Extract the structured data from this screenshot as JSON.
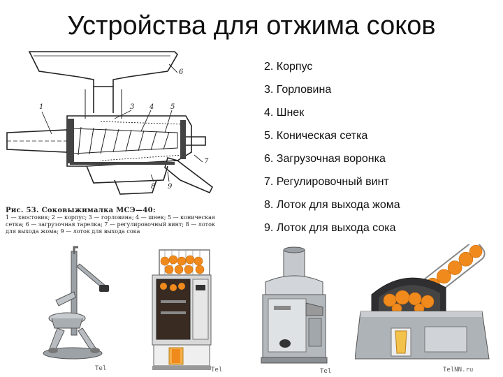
{
  "title": "Устройства для отжима соков",
  "parts_list": [
    "2. Корпус",
    "3. Горловина",
    "4. Шнек",
    "5. Коническая сетка",
    "6. Загрузочная воронка",
    "7. Регулировочный винт",
    "8. Лоток для выхода жома",
    "9. Лоток для выхода сока"
  ],
  "diagram": {
    "callouts": [
      "1",
      "3",
      "4",
      "5",
      "6",
      "7",
      "8",
      "9"
    ],
    "caption_title": "Рис. 53. Соковыжималка МСЭ—40:",
    "caption_lines": [
      "1 — хвостовик; 2 — корпус; 3 — горловина; 4 — шнек; 5 — коническая",
      "сетка; 6 — загрузочная тарелка; 7 — регулировочный винт; 8 — лоток",
      "для выхода жома; 9 — лоток для выхода сока"
    ]
  },
  "photos": [
    {
      "name": "manual-lever-juicer",
      "watermark": "Tel"
    },
    {
      "name": "automatic-orange-juicer-cabinet",
      "watermark": "Tel"
    },
    {
      "name": "centrifugal-juicer",
      "watermark": "Tel"
    },
    {
      "name": "commercial-orange-squeezer",
      "watermark": "TelNN.ru"
    }
  ],
  "colors": {
    "orange": "#f08a1c",
    "steel": "#b8bcc0",
    "dark": "#222222"
  }
}
